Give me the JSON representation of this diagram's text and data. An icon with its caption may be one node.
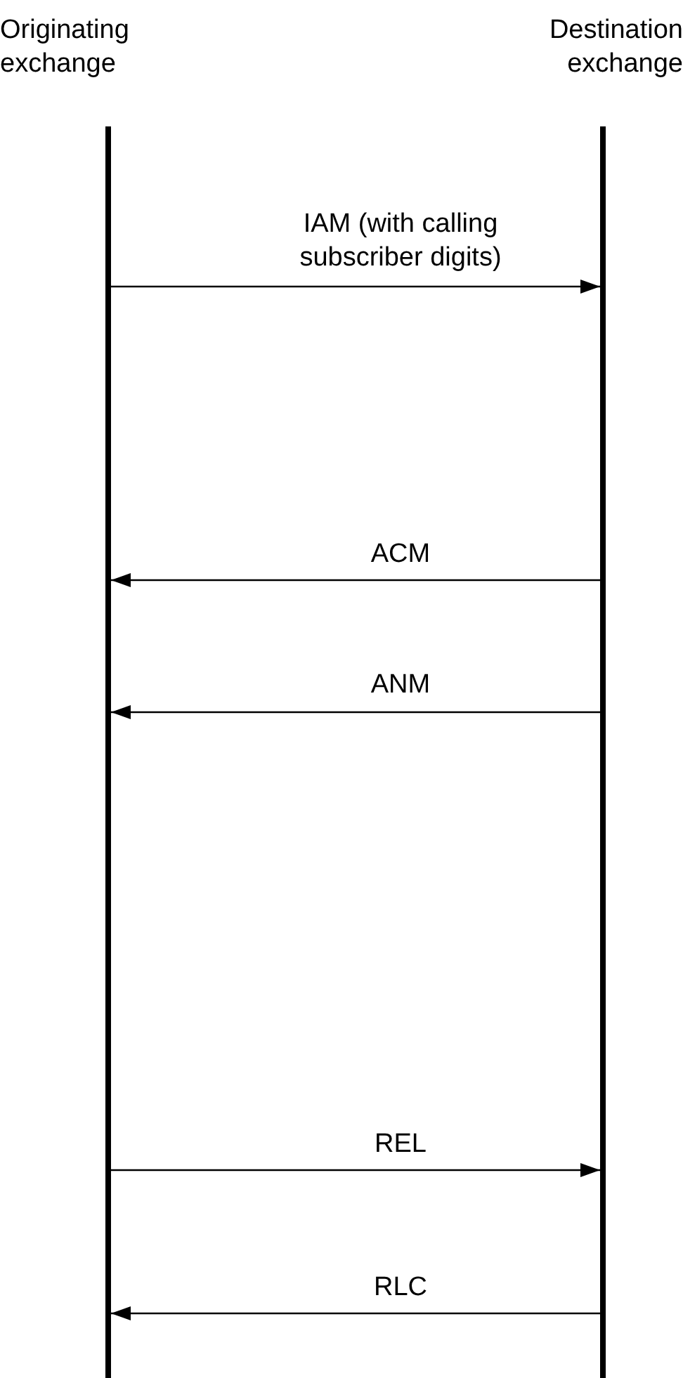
{
  "diagram": {
    "nodes": [
      {
        "text": [
          "Originating exchange"
        ]
      },
      {
        "text": [
          "Destination exchange"
        ]
      }
    ],
    "edges": [
      {
        "from": 0,
        "to": 1,
        "arrow": "to",
        "label": "IAM (with calling subscriber digits)"
      },
      {
        "from": 1,
        "to": 0,
        "arrow": "to",
        "label": "ACM"
      },
      {
        "from": 1,
        "to": 0,
        "arrow": "to",
        "label": "ANM"
      },
      {
        "from": 0,
        "to": 1,
        "arrow": "to",
        "label": "REL"
      },
      {
        "from": 1,
        "to": 0,
        "arrow": "to",
        "label": "RLC"
      }
    ]
  }
}
